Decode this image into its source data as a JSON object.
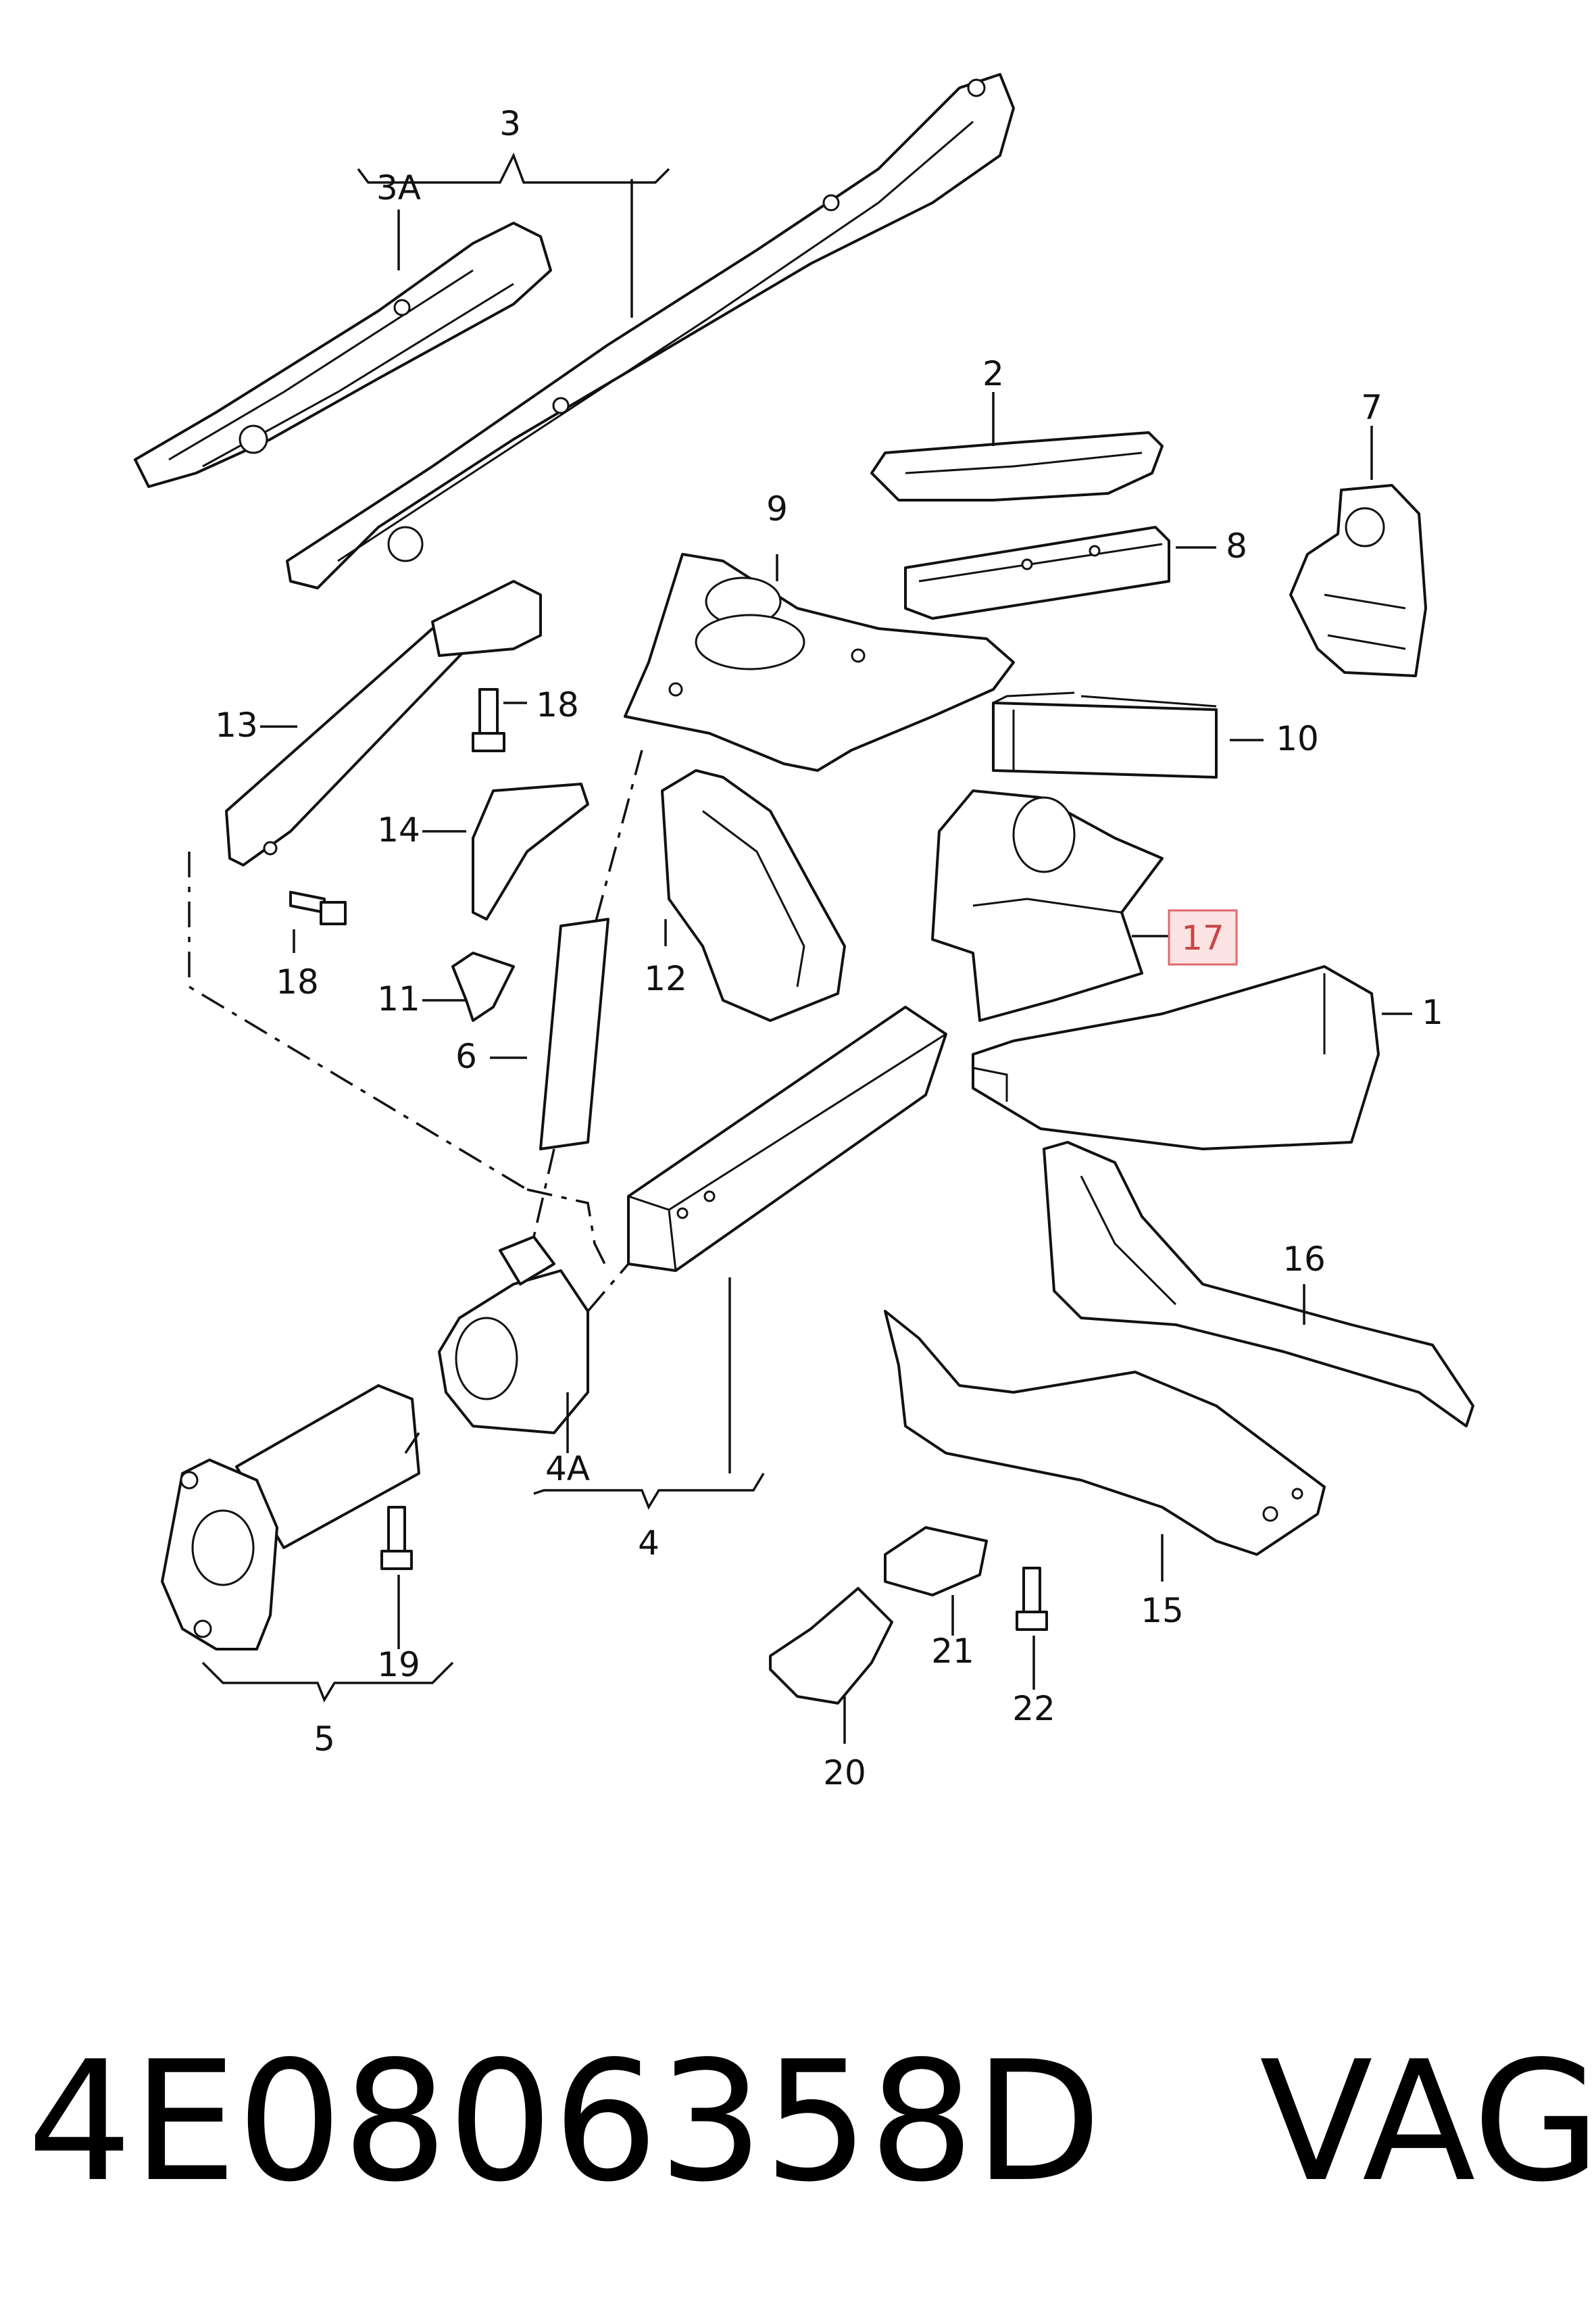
{
  "callouts": {
    "c1": "1",
    "c2": "2",
    "c3": "3",
    "c3a": "3A",
    "c4": "4",
    "c4a": "4A",
    "c5": "5",
    "c6": "6",
    "c7": "7",
    "c8": "8",
    "c9": "9",
    "c10": "10",
    "c11": "11",
    "c12": "12",
    "c13": "13",
    "c14": "14",
    "c15": "15",
    "c16": "16",
    "c17": "17",
    "c18a": "18",
    "c18b": "18",
    "c19": "19",
    "c20": "20",
    "c21": "21",
    "c22": "22"
  },
  "highlight": {
    "callout": "17",
    "fill": "#fbe3e3",
    "stroke": "#e06a6a",
    "text_color": "#c94444"
  },
  "footer": {
    "part_number": "4E0806358D",
    "brand": "VAG"
  }
}
